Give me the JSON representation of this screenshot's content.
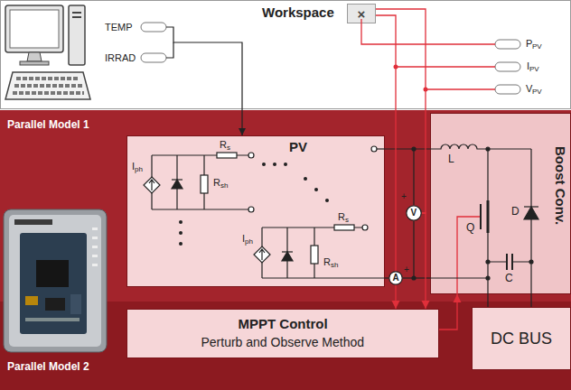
{
  "diagram": {
    "nodes": [
      {
        "text": [
          "Workspace"
        ]
      },
      {
        "text": [
          "×"
        ],
        "in": 0
      },
      {
        "text": [
          "Parallel Model 1"
        ]
      },
      {
        "text": [
          "PV"
        ],
        "in": 2
      },
      {
        "text": [
          "Boost Conv."
        ],
        "in": 2
      },
      {
        "text": [
          "V"
        ],
        "in": 2
      },
      {
        "text": [
          "A"
        ],
        "in": 2
      },
      {
        "text": [
          "Parallel Model 2"
        ]
      },
      {
        "text": [
          "MPPT Control",
          "Perturb and Observe Method"
        ],
        "in": 7
      },
      {
        "text": [
          "DC BUS"
        ],
        "in": 7
      }
    ],
    "edges": [
      {
        "from": 0,
        "to": 3,
        "arrow": "to"
      },
      {
        "from": 3,
        "to": 4,
        "arrow": "none"
      },
      {
        "from": 3,
        "to": 6,
        "arrow": "none"
      },
      {
        "from": 6,
        "to": 4,
        "arrow": "none"
      },
      {
        "from": 6,
        "to": 1,
        "arrow": "none"
      },
      {
        "from": 5,
        "to": 1,
        "arrow": "none"
      },
      {
        "from": 6,
        "to": 8,
        "arrow": "to"
      },
      {
        "from": 5,
        "to": 8,
        "arrow": "to"
      },
      {
        "from": 8,
        "to": 4,
        "arrow": "to"
      },
      {
        "from": 4,
        "to": 9,
        "arrow": "none"
      },
      {
        "from": 4,
        "to": 9,
        "arrow": "none"
      }
    ],
    "labels": [
      "TEMP",
      "IRRAD",
      "P",
      "PV",
      "I",
      "PV",
      "V",
      "PV",
      "I",
      "ph",
      "R",
      "s",
      "R",
      "sh",
      "I",
      "ph",
      "R",
      "s",
      "R",
      "sh",
      "L",
      "Q",
      "D",
      "C",
      "+",
      "+"
    ]
  }
}
